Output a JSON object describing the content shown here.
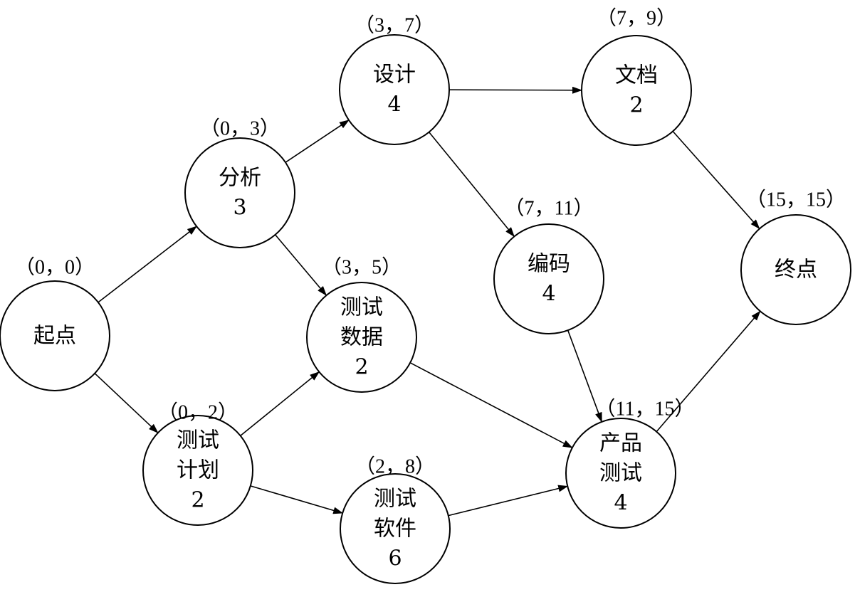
{
  "nodes": [
    {
      "id": "start",
      "lines": [
        "起点"
      ],
      "label": "（0，0）"
    },
    {
      "id": "analysis",
      "lines": [
        "分析",
        "3"
      ],
      "label": "（0，3）"
    },
    {
      "id": "test-plan",
      "lines": [
        "测试",
        "计划",
        "2"
      ],
      "label": "（0，2）"
    },
    {
      "id": "design",
      "lines": [
        "设计",
        "4"
      ],
      "label": "（3，7）"
    },
    {
      "id": "test-data",
      "lines": [
        "测试",
        "数据",
        "2"
      ],
      "label": "（3，5）"
    },
    {
      "id": "test-software",
      "lines": [
        "测试",
        "软件",
        "6"
      ],
      "label": "（2，8）"
    },
    {
      "id": "document",
      "lines": [
        "文档",
        "2"
      ],
      "label": "（7，9）"
    },
    {
      "id": "coding",
      "lines": [
        "编码",
        "4"
      ],
      "label": "（7，11）"
    },
    {
      "id": "product-test",
      "lines": [
        "产品",
        "测试",
        "4"
      ],
      "label": "（11，15）"
    },
    {
      "id": "end",
      "lines": [
        "终点"
      ],
      "label": "（15，15）"
    }
  ],
  "edges": [
    {
      "from": "start",
      "to": "analysis"
    },
    {
      "from": "start",
      "to": "test-plan"
    },
    {
      "from": "analysis",
      "to": "design"
    },
    {
      "from": "analysis",
      "to": "test-data"
    },
    {
      "from": "test-plan",
      "to": "test-data"
    },
    {
      "from": "test-plan",
      "to": "test-software"
    },
    {
      "from": "design",
      "to": "document"
    },
    {
      "from": "design",
      "to": "coding"
    },
    {
      "from": "test-data",
      "to": "product-test"
    },
    {
      "from": "test-software",
      "to": "product-test"
    },
    {
      "from": "coding",
      "to": "product-test"
    },
    {
      "from": "document",
      "to": "end"
    },
    {
      "from": "product-test",
      "to": "end"
    }
  ]
}
